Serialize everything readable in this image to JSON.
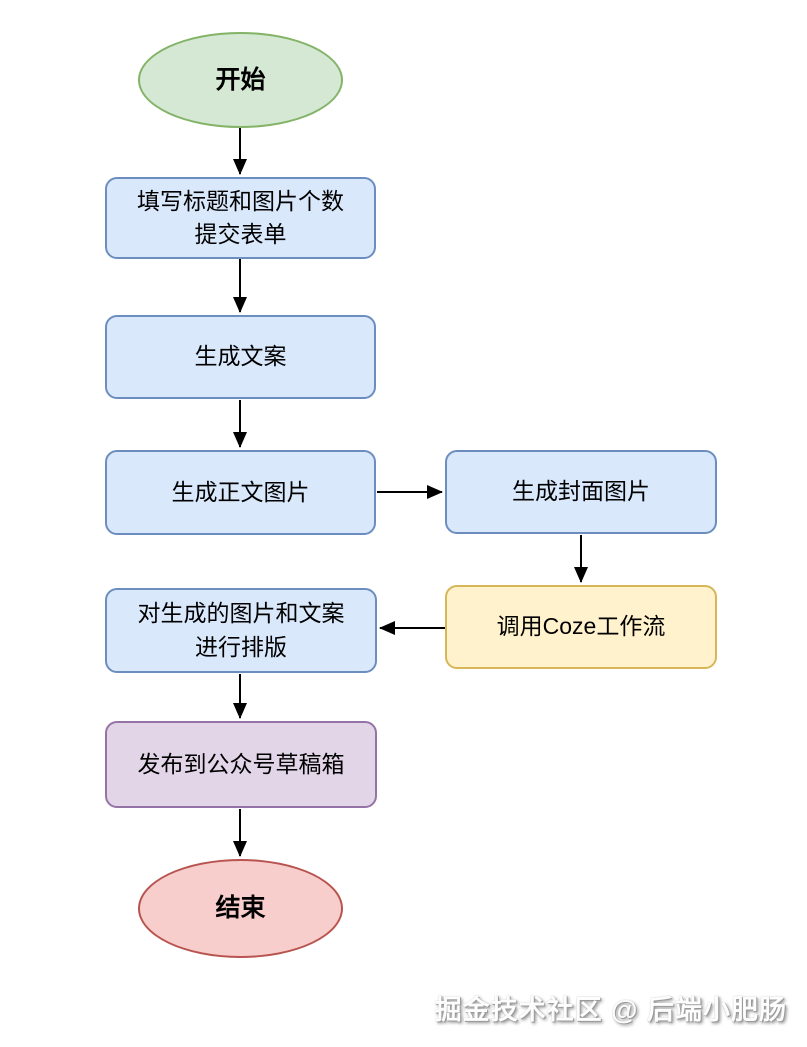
{
  "diagram": {
    "type": "flowchart",
    "nodes": {
      "start": {
        "label": "开始",
        "shape": "ellipse",
        "fill": "#d5e8d4",
        "border": "#82b366"
      },
      "form": {
        "label": "填写标题和图片个数\n提交表单",
        "shape": "rounded-rect",
        "fill": "#dae8fc",
        "border": "#6c8ebf"
      },
      "copywriting": {
        "label": "生成文案",
        "shape": "rounded-rect",
        "fill": "#dae8fc",
        "border": "#6c8ebf"
      },
      "body_images": {
        "label": "生成正文图片",
        "shape": "rounded-rect",
        "fill": "#dae8fc",
        "border": "#6c8ebf"
      },
      "cover_image": {
        "label": "生成封面图片",
        "shape": "rounded-rect",
        "fill": "#dae8fc",
        "border": "#6c8ebf"
      },
      "coze_workflow": {
        "label": "调用Coze工作流",
        "shape": "rounded-rect",
        "fill": "#fff2cc",
        "border": "#d6b656"
      },
      "layout": {
        "label": "对生成的图片和文案\n进行排版",
        "shape": "rounded-rect",
        "fill": "#dae8fc",
        "border": "#6c8ebf"
      },
      "publish": {
        "label": "发布到公众号草稿箱",
        "shape": "rounded-rect",
        "fill": "#e1d5e7",
        "border": "#9673a6"
      },
      "end": {
        "label": "结束",
        "shape": "ellipse",
        "fill": "#f8cecc",
        "border": "#b85450"
      }
    },
    "edges": [
      {
        "from": "start",
        "to": "form"
      },
      {
        "from": "form",
        "to": "copywriting"
      },
      {
        "from": "copywriting",
        "to": "body_images"
      },
      {
        "from": "body_images",
        "to": "cover_image"
      },
      {
        "from": "cover_image",
        "to": "coze_workflow"
      },
      {
        "from": "coze_workflow",
        "to": "layout"
      },
      {
        "from": "layout",
        "to": "publish"
      },
      {
        "from": "publish",
        "to": "end"
      }
    ],
    "edge_color": "#000000"
  },
  "watermark": {
    "text": "掘金技术社区 @ 后端小肥肠"
  }
}
